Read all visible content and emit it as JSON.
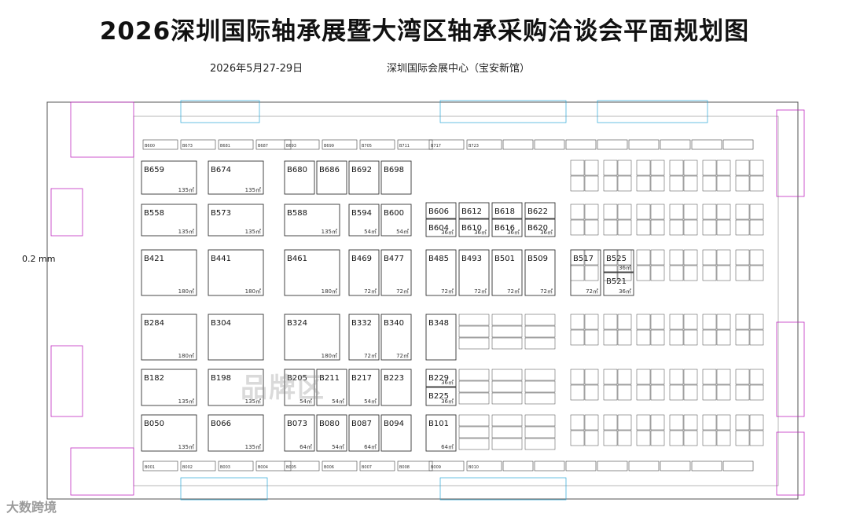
{
  "title": "2026深圳国际轴承展暨大湾区轴承采购洽谈会平面规划图",
  "date": "2026年5月27-29日",
  "venue": "深圳国际会展中心（宝安新馆）",
  "zone_label": "品牌区",
  "scale_label": "0.2 mm",
  "watermark": "大数跨境",
  "colors": {
    "wall": "#444444",
    "magenta": "#c02bc0",
    "cyan": "#2aa8d8",
    "red": "#d02020"
  },
  "booths": [
    {
      "id": "B659",
      "area": "135㎡"
    },
    {
      "id": "B674",
      "area": "135㎡"
    },
    {
      "id": "B680"
    },
    {
      "id": "B686"
    },
    {
      "id": "B692"
    },
    {
      "id": "B698"
    },
    {
      "id": "B558",
      "area": "135㎡"
    },
    {
      "id": "B573",
      "area": "135㎡"
    },
    {
      "id": "B588",
      "area": "135㎡"
    },
    {
      "id": "B594",
      "area": "54㎡"
    },
    {
      "id": "B600",
      "area": "54㎡"
    },
    {
      "id": "B606"
    },
    {
      "id": "B604",
      "area": "36㎡"
    },
    {
      "id": "B612"
    },
    {
      "id": "B610",
      "area": "36㎡"
    },
    {
      "id": "B618"
    },
    {
      "id": "B616",
      "area": "36㎡"
    },
    {
      "id": "B622"
    },
    {
      "id": "B620",
      "area": "36㎡"
    },
    {
      "id": "B421",
      "area": "180㎡"
    },
    {
      "id": "B441",
      "area": "180㎡"
    },
    {
      "id": "B461",
      "area": "180㎡"
    },
    {
      "id": "B469",
      "area": "72㎡"
    },
    {
      "id": "B477",
      "area": "72㎡"
    },
    {
      "id": "B485",
      "area": "72㎡"
    },
    {
      "id": "B493",
      "area": "72㎡"
    },
    {
      "id": "B501",
      "area": "72㎡"
    },
    {
      "id": "B509",
      "area": "72㎡"
    },
    {
      "id": "B517",
      "area": "72㎡"
    },
    {
      "id": "B525",
      "area": "36㎡"
    },
    {
      "id": "B521",
      "area": "36㎡"
    },
    {
      "id": "B284",
      "area": "180㎡"
    },
    {
      "id": "B304"
    },
    {
      "id": "B324",
      "area": "180㎡"
    },
    {
      "id": "B332",
      "area": "72㎡"
    },
    {
      "id": "B340",
      "area": "72㎡"
    },
    {
      "id": "B348"
    },
    {
      "id": "B182",
      "area": "135㎡"
    },
    {
      "id": "B198",
      "area": "135㎡"
    },
    {
      "id": "B205",
      "area": "54㎡"
    },
    {
      "id": "B211",
      "area": "54㎡"
    },
    {
      "id": "B217",
      "area": "54㎡"
    },
    {
      "id": "B223"
    },
    {
      "id": "B229",
      "area": "36㎡"
    },
    {
      "id": "B225",
      "area": "36㎡"
    },
    {
      "id": "B050",
      "area": "135㎡"
    },
    {
      "id": "B066",
      "area": "135㎡"
    },
    {
      "id": "B073",
      "area": "64㎡"
    },
    {
      "id": "B080",
      "area": "54㎡"
    },
    {
      "id": "B087",
      "area": "64㎡"
    },
    {
      "id": "B094"
    },
    {
      "id": "B101",
      "area": "64㎡"
    }
  ],
  "top_strip": [
    "B600",
    "B673",
    "B681",
    "B687",
    "B693",
    "B699",
    "B705",
    "B711",
    "B717",
    "B723"
  ],
  "bottom_strip": [
    "B001",
    "B002",
    "B003",
    "B004",
    "B005",
    "B006",
    "B007",
    "B008",
    "B009",
    "B010"
  ]
}
